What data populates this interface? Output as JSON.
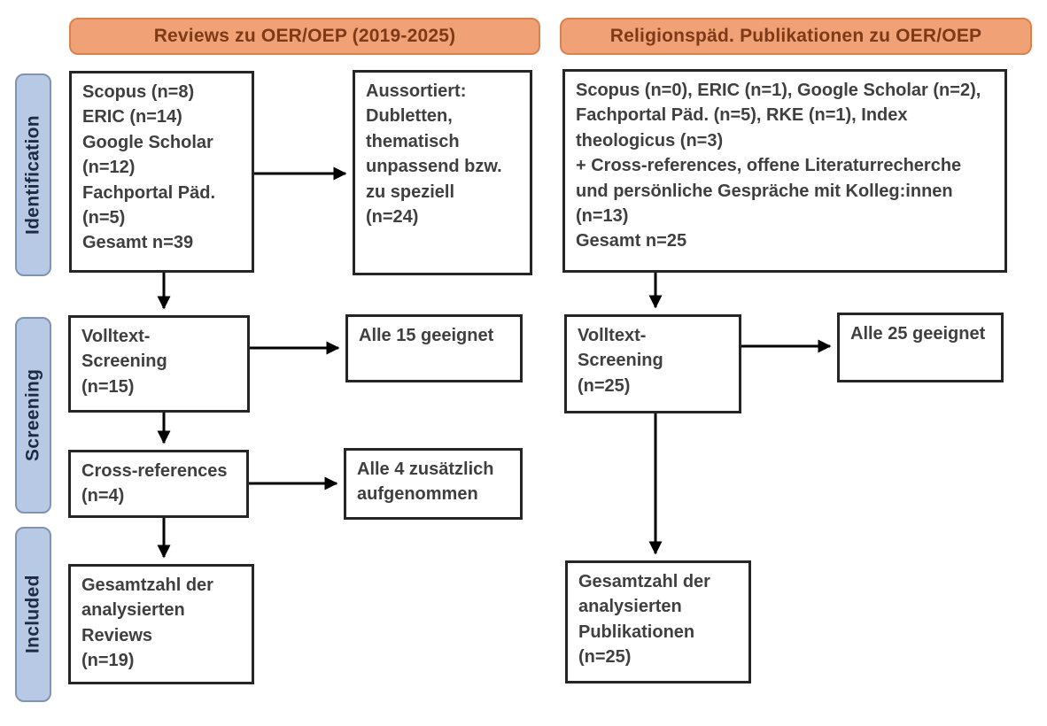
{
  "headers": {
    "left": "Reviews zu OER/OEP (2019-2025)",
    "right": "Religionspäd. Publikationen zu OER/OEP"
  },
  "stages": {
    "identification": "Identification",
    "screening": "Screening",
    "included": "Included"
  },
  "left_column": {
    "identification_box": "Scopus (n=8)\nERIC (n=14)\nGoogle Scholar\n(n=12)\nFachportal Päd.\n(n=5)\nGesamt n=39",
    "excluded_box": "Aussortiert:\nDubletten,\nthematisch\nunpassend bzw.\nzu speziell\n(n=24)",
    "screening_box": "Volltext-\nScreening\n(n=15)",
    "screening_result_box": "Alle 15 geeignet",
    "crossref_box": "Cross-references\n(n=4)",
    "crossref_result_box": "Alle 4 zusätzlich\naufgenommen",
    "included_box": "Gesamtzahl der\nanalysierten\nReviews\n(n=19)"
  },
  "right_column": {
    "identification_box": "Scopus (n=0), ERIC (n=1), Google Scholar (n=2),\nFachportal Päd. (n=5), RKE (n=1), Index\ntheologicus (n=3)\n+ Cross-references, offene Literaturrecherche\nund persönliche Gespräche mit Kolleg:innen\n(n=13)\nGesamt n=25",
    "screening_box": "Volltext-\nScreening\n(n=25)",
    "screening_result_box": "Alle 25 geeignet",
    "included_box": "Gesamtzahl der\nanalysierten\nPublikationen\n(n=25)"
  },
  "colors": {
    "header_fill": "#F0A176",
    "header_border": "#D9824F",
    "header_text": "#7E3A16",
    "stage_fill": "#B7C9E5",
    "stage_border": "#8093B3",
    "stage_text": "#1F2A44",
    "box_border": "#262626",
    "box_text": "#3F3F3F",
    "arrow": "#000000"
  }
}
